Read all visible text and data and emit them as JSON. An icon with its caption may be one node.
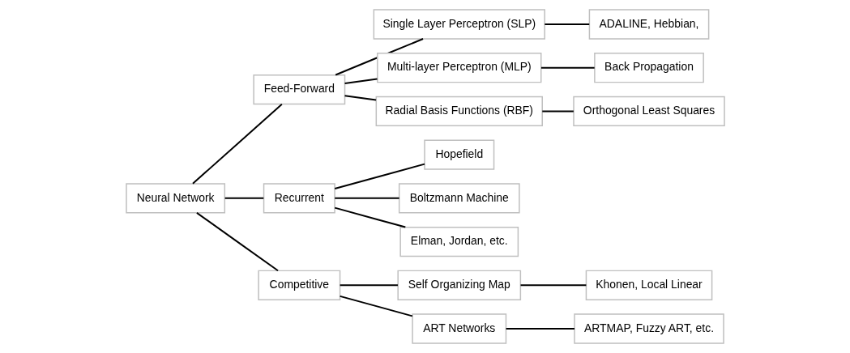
{
  "diagram": {
    "nodes": [
      {
        "text": [
          "Neural Network"
        ]
      },
      {
        "text": [
          "Feed-Forward"
        ]
      },
      {
        "text": [
          "Recurrent"
        ]
      },
      {
        "text": [
          "Competitive"
        ]
      },
      {
        "text": [
          "Single Layer Perceptron (SLP)"
        ]
      },
      {
        "text": [
          "Multi-layer Perceptron (MLP)"
        ]
      },
      {
        "text": [
          "Radial Basis Functions (RBF)"
        ]
      },
      {
        "text": [
          "ADALINE, Hebbian,"
        ]
      },
      {
        "text": [
          "Back Propagation"
        ]
      },
      {
        "text": [
          "Orthogonal Least Squares"
        ]
      },
      {
        "text": [
          "Hopefield"
        ]
      },
      {
        "text": [
          "Boltzmann Machine"
        ]
      },
      {
        "text": [
          "Elman, Jordan, etc."
        ]
      },
      {
        "text": [
          "Self Organizing Map"
        ]
      },
      {
        "text": [
          "ART Networks"
        ]
      },
      {
        "text": [
          "Khonen, Local Linear"
        ]
      },
      {
        "text": [
          "ARTMAP, Fuzzy ART, etc."
        ]
      }
    ],
    "edges": [
      {
        "from": 0,
        "to": 1,
        "arrow": "none"
      },
      {
        "from": 0,
        "to": 2,
        "arrow": "none"
      },
      {
        "from": 0,
        "to": 3,
        "arrow": "none"
      },
      {
        "from": 1,
        "to": 4,
        "arrow": "none"
      },
      {
        "from": 1,
        "to": 5,
        "arrow": "none"
      },
      {
        "from": 1,
        "to": 6,
        "arrow": "none"
      },
      {
        "from": 4,
        "to": 7,
        "arrow": "none"
      },
      {
        "from": 5,
        "to": 8,
        "arrow": "none"
      },
      {
        "from": 6,
        "to": 9,
        "arrow": "none"
      },
      {
        "from": 2,
        "to": 10,
        "arrow": "none"
      },
      {
        "from": 2,
        "to": 11,
        "arrow": "none"
      },
      {
        "from": 2,
        "to": 12,
        "arrow": "none"
      },
      {
        "from": 3,
        "to": 13,
        "arrow": "none"
      },
      {
        "from": 3,
        "to": 14,
        "arrow": "none"
      },
      {
        "from": 13,
        "to": 15,
        "arrow": "none"
      },
      {
        "from": 14,
        "to": 16,
        "arrow": "none"
      }
    ]
  }
}
